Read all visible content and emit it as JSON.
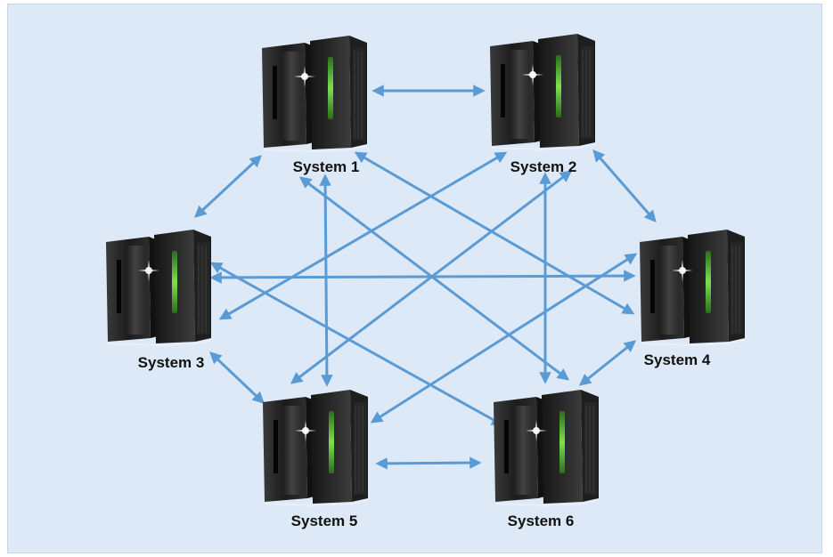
{
  "systems": [
    {
      "id": "s1",
      "label": "System 1"
    },
    {
      "id": "s2",
      "label": "System 2"
    },
    {
      "id": "s3",
      "label": "System 3"
    },
    {
      "id": "s4",
      "label": "System 4"
    },
    {
      "id": "s5",
      "label": "System 5"
    },
    {
      "id": "s6",
      "label": "System 6"
    }
  ],
  "connections": [
    [
      "s1",
      "s2"
    ],
    [
      "s1",
      "s3"
    ],
    [
      "s1",
      "s4"
    ],
    [
      "s1",
      "s5"
    ],
    [
      "s1",
      "s6"
    ],
    [
      "s2",
      "s3"
    ],
    [
      "s2",
      "s4"
    ],
    [
      "s2",
      "s5"
    ],
    [
      "s2",
      "s6"
    ],
    [
      "s3",
      "s4"
    ],
    [
      "s3",
      "s5"
    ],
    [
      "s3",
      "s6"
    ],
    [
      "s4",
      "s5"
    ],
    [
      "s4",
      "s6"
    ],
    [
      "s5",
      "s6"
    ]
  ],
  "colors": {
    "background": "#dde9f6",
    "arrow": "#5b9bd5",
    "label": "#111111",
    "server_body": "#2a2a2a",
    "server_led": "#5ac23a"
  },
  "icon": "server-tower-icon"
}
